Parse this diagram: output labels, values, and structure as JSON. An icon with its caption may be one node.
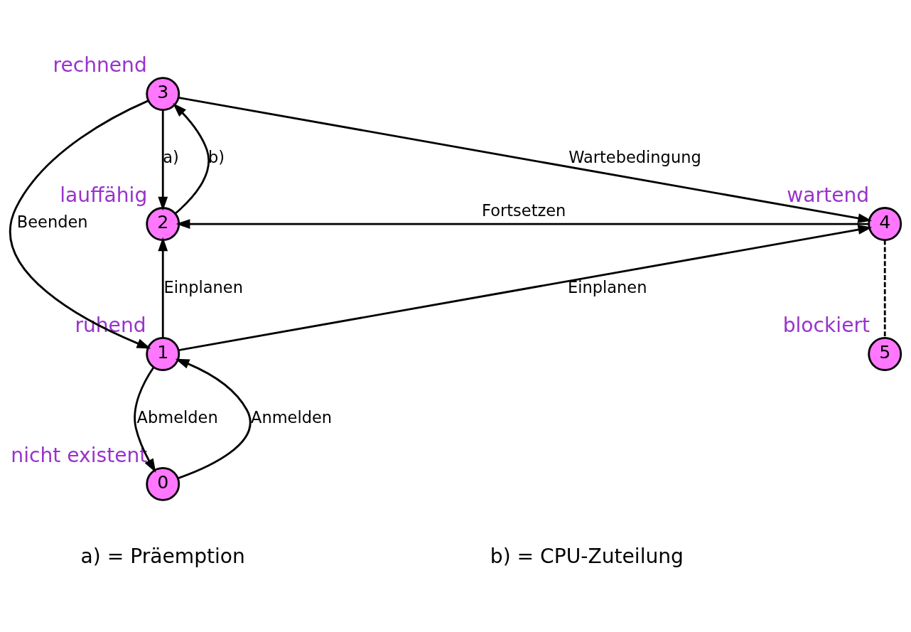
{
  "diagram": {
    "nodes": [
      {
        "text": [
          "3"
        ],
        "beside": [
          "rechnend"
        ]
      },
      {
        "text": [
          "2"
        ],
        "beside": [
          "lauffähig"
        ]
      },
      {
        "text": [
          "4"
        ],
        "beside": [
          "wartend"
        ]
      },
      {
        "text": [
          "1"
        ],
        "beside": [
          "ruhend"
        ]
      },
      {
        "text": [
          "5"
        ],
        "beside": [
          "blockiert"
        ]
      },
      {
        "text": [
          "0"
        ],
        "beside": [
          "nicht existent"
        ]
      }
    ],
    "edges": [
      {
        "from": 0,
        "to": 3,
        "arrow": "to",
        "label": "Beenden"
      },
      {
        "from": 0,
        "to": 1,
        "arrow": "to",
        "label": "a)"
      },
      {
        "from": 1,
        "to": 0,
        "arrow": "to",
        "label": "b)"
      },
      {
        "from": 0,
        "to": 2,
        "arrow": "to",
        "label": "Wartebedingung"
      },
      {
        "from": 2,
        "to": 1,
        "arrow": "to",
        "label": "Fortsetzen"
      },
      {
        "from": 3,
        "to": 1,
        "arrow": "to",
        "label": "Einplanen"
      },
      {
        "from": 3,
        "to": 2,
        "arrow": "to",
        "label": "Einplanen"
      },
      {
        "from": 2,
        "to": 4,
        "arrow": "none",
        "style": "dashed"
      },
      {
        "from": 5,
        "to": 3,
        "arrow": "to",
        "label": "Anmelden"
      },
      {
        "from": 3,
        "to": 5,
        "arrow": "to",
        "label": "Abmelden"
      }
    ],
    "labels": [
      "a) = Präemption",
      "b) = CPU-Zuteilung"
    ]
  }
}
